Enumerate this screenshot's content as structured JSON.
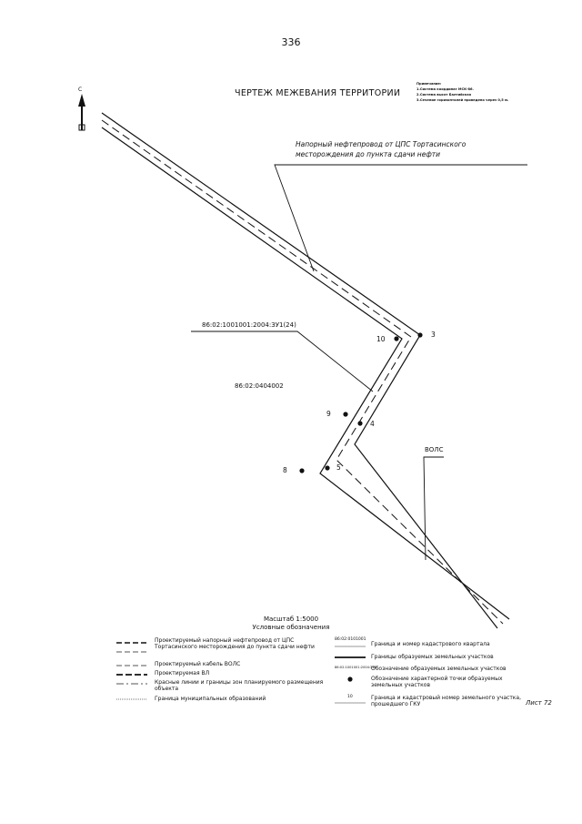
{
  "page_number": "336",
  "title": "ЧЕРТЕЖ МЕЖЕВАНИЯ ТЕРРИТОРИИ",
  "north_letter": "С",
  "notes": [
    "Примечание:",
    "1.Система координат МСК-86.",
    "2.Система высот Балтийская",
    "3.Сечение горизонталей проведено через 0,5 м."
  ],
  "labels": {
    "pipeline_line1": "Напорный нефтепровод от ЦПС Тортасинского",
    "pipeline_line2": "месторождения до пункта сдачи нефти",
    "parcel_id": "86:02:1001001:2004:ЗУ1(24)",
    "quarter_id": "86:02:0404002",
    "vols": "ВОЛС"
  },
  "points": [
    {
      "id": "3"
    },
    {
      "id": "10"
    },
    {
      "id": "9"
    },
    {
      "id": "4"
    },
    {
      "id": "8"
    },
    {
      "id": "5"
    }
  ],
  "scale": "Масштаб 1:5000",
  "legend_title": "Условные обозначения",
  "legend_left": [
    {
      "text": "Проектируемый напорный нефтепровод от ЦПС Тортасинского месторождения до пункта сдачи нефти"
    },
    {
      "text": "Проектируемый кабель ВОЛС"
    },
    {
      "text": "Проектируемая ВЛ"
    },
    {
      "text": "Красные линии и границы зон планируемого размещения объекта"
    },
    {
      "text": "Граница муниципальных образований"
    }
  ],
  "legend_right": [
    {
      "symbol": "86:02:0101001",
      "text": "Граница и номер кадастрового квартала"
    },
    {
      "symbol": "",
      "text": "Границы образуемых земельных участков"
    },
    {
      "symbol": "86:02:1001001:2004:ЗУ1",
      "text": "Обозначение образуемых земельных участков"
    },
    {
      "symbol": "",
      "text": "Обозначение характерной точки образуемых земельных участков"
    },
    {
      "symbol": "10",
      "text": "Граница и кадастровый номер земельного участка, прошедшего ГКУ"
    }
  ],
  "sheet": "Лист 72"
}
